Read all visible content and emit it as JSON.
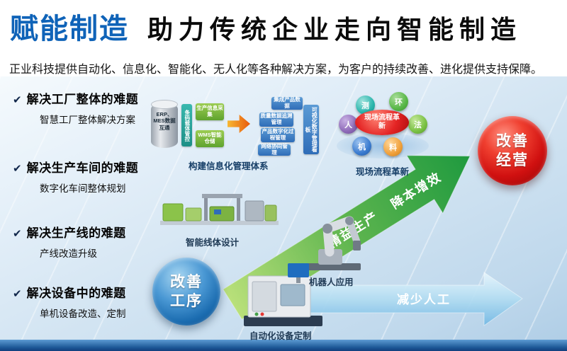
{
  "header": {
    "brand": "赋能制造",
    "title": "助力传统企业走向智能制造",
    "subtitle": "正业科技提供自动化、信息化、智能化、无人化等各种解决方案，为客户的持续改善、进化提供支持保障。"
  },
  "problems": [
    {
      "check": "✔",
      "title": "解决工厂整体的难题",
      "subtitle": "智慧工厂整体解决方案"
    },
    {
      "check": "✔",
      "title": "解决生产车间的难题",
      "subtitle": "数字化车间整体规划"
    },
    {
      "check": "✔",
      "title": "解决生产线的难题",
      "subtitle": "产线改造升级"
    },
    {
      "check": "✔",
      "title": "解决设备中的难题",
      "subtitle": "单机设备改造、定制"
    }
  ],
  "info_system": {
    "cylinder": "ERP、MES数据互通",
    "barcode": "条码载体管控",
    "collect": "生产信息采集",
    "wms": "WMS智能仓储",
    "product": "集成产品数据",
    "quality": "质量数据追溯管理",
    "digital": "产品数字化过程管理",
    "network": "网络协同管理",
    "board": "可视化数字管理看板",
    "caption": "构建信息化管理体系"
  },
  "field_reform": {
    "center": "现场流程革新",
    "spheres": [
      "人",
      "机",
      "料",
      "法",
      "环",
      "测"
    ],
    "caption": "现场流程革新"
  },
  "goal_circle": {
    "line1": "改善",
    "line2": "经营"
  },
  "process_circle": {
    "line1": "改善",
    "line2": "工序"
  },
  "image_captions": {
    "line_design": "智能线体设计",
    "robot": "机器人应用",
    "machine": "自动化设备定制"
  },
  "arrows": {
    "green_text_1": "精益生产",
    "green_text_2": "降本增效",
    "blue_text": "减少人工"
  },
  "colors": {
    "brand_blue": "#0f63b8",
    "arrow_green": "#3fae49",
    "arrow_blue": "#8ec9e9",
    "circle_red": "#d01010",
    "circle_blue": "#1b6cb0"
  }
}
